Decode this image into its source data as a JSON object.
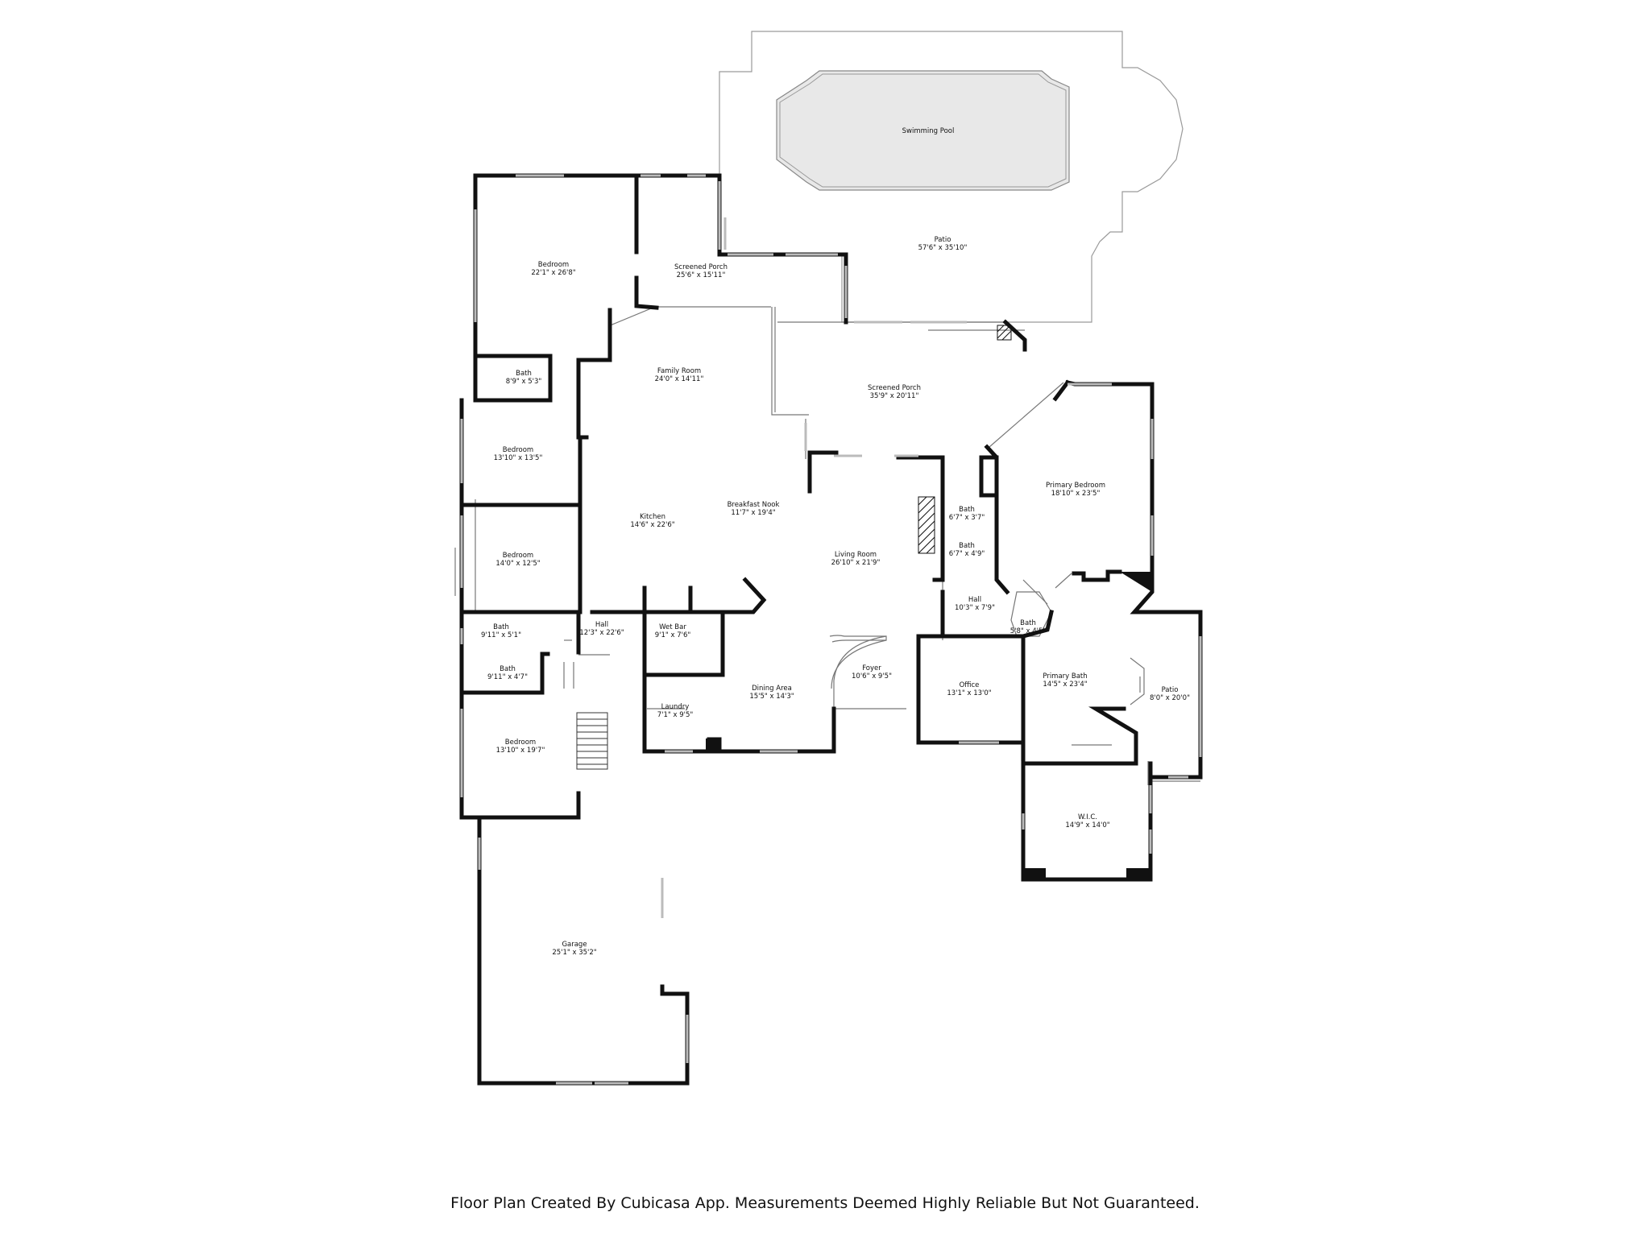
{
  "rooms": {
    "swimming_pool": {
      "name": "Swimming Pool",
      "dim": ""
    },
    "patio_top": {
      "name": "Patio",
      "dim": "57'6\" x 35'10\""
    },
    "bedroom_nw": {
      "name": "Bedroom",
      "dim": "22'1\" x 26'8\""
    },
    "screened_porch_top": {
      "name": "Screened Porch",
      "dim": "25'6\" x 15'11\""
    },
    "family_room": {
      "name": "Family Room",
      "dim": "24'0\" x 14'11\""
    },
    "screened_porch_mid": {
      "name": "Screened Porch",
      "dim": "35'9\" x 20'11\""
    },
    "bath_nw": {
      "name": "Bath",
      "dim": "8'9\" x 5'3\""
    },
    "bedroom_2": {
      "name": "Bedroom",
      "dim": "13'10\" x 13'5\""
    },
    "kitchen": {
      "name": "Kitchen",
      "dim": "14'6\" x 22'6\""
    },
    "breakfast_nook": {
      "name": "Breakfast Nook",
      "dim": "11'7\" x 19'4\""
    },
    "primary_bedroom": {
      "name": "Primary Bedroom",
      "dim": "18'10\" x 23'5\""
    },
    "bath_upper": {
      "name": "Bath",
      "dim": "6'7\" x 3'7\""
    },
    "bath_lower": {
      "name": "Bath",
      "dim": "6'7\" x 4'9\""
    },
    "bedroom_3": {
      "name": "Bedroom",
      "dim": "14'0\" x 12'5\""
    },
    "living_room": {
      "name": "Living Room",
      "dim": "26'10\" x 21'9\""
    },
    "hall_right": {
      "name": "Hall",
      "dim": "10'3\" x 7'9\""
    },
    "bath_small": {
      "name": "Bath",
      "dim": "5'8\" x 4'5\""
    },
    "bath_w1": {
      "name": "Bath",
      "dim": "9'11\" x 5'1\""
    },
    "hall_left": {
      "name": "Hall",
      "dim": "12'3\" x 22'6\""
    },
    "wet_bar": {
      "name": "Wet Bar",
      "dim": "9'1\" x 7'6\""
    },
    "bath_w2": {
      "name": "Bath",
      "dim": "9'11\" x 4'7\""
    },
    "foyer": {
      "name": "Foyer",
      "dim": "10'6\" x 9'5\""
    },
    "office": {
      "name": "Office",
      "dim": "13'1\" x 13'0\""
    },
    "primary_bath": {
      "name": "Primary Bath",
      "dim": "14'5\" x 23'4\""
    },
    "patio_right": {
      "name": "Patio",
      "dim": "8'0\" x 20'0\""
    },
    "dining_area": {
      "name": "Dining Area",
      "dim": "15'5\" x 14'3\""
    },
    "laundry": {
      "name": "Laundry",
      "dim": "7'1\" x 9'5\""
    },
    "bedroom_4": {
      "name": "Bedroom",
      "dim": "13'10\" x 19'7\""
    },
    "wic": {
      "name": "W.I.C.",
      "dim": "14'9\" x 14'0\""
    },
    "garage": {
      "name": "Garage",
      "dim": "25'1\" x 35'2\""
    }
  },
  "footer": "Floor Plan Created By Cubicasa App. Measurements Deemed Highly Reliable But Not Guaranteed."
}
